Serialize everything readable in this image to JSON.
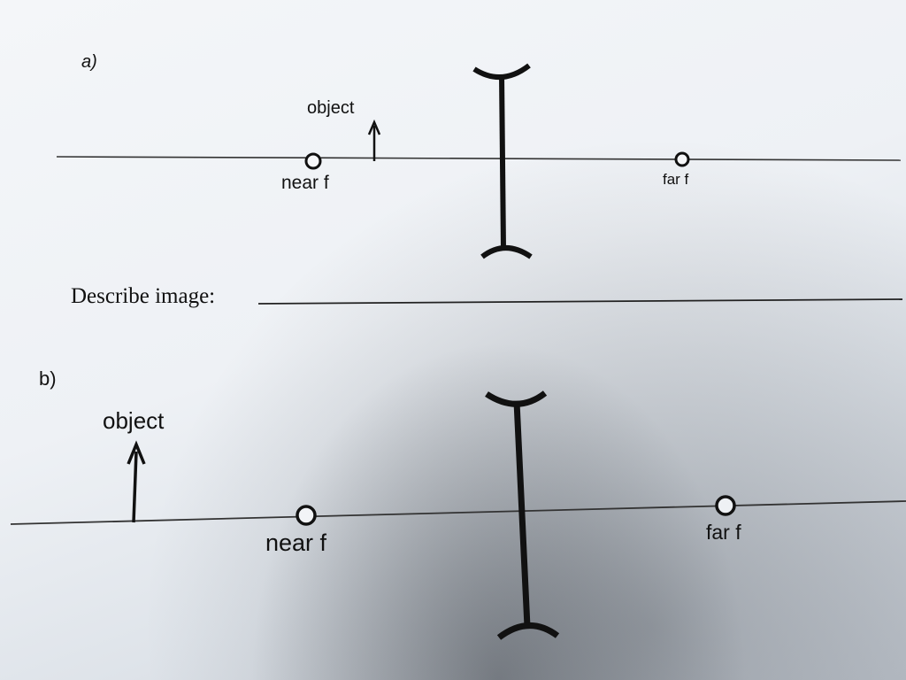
{
  "part_a": {
    "label": "a)",
    "object_label": "object",
    "near_focal_label": "near f",
    "far_focal_label": "far f"
  },
  "describe": {
    "label": "Describe image:"
  },
  "part_b": {
    "label": "b)",
    "object_label": "object",
    "near_focal_label": "near f",
    "far_focal_label": "far f"
  },
  "colors": {
    "ink": "#111111",
    "axis": "#333333"
  },
  "icons": {
    "lens": "diverging-lens-icon",
    "arrow": "object-arrow-icon",
    "focal_point": "focal-point-circle-icon"
  }
}
